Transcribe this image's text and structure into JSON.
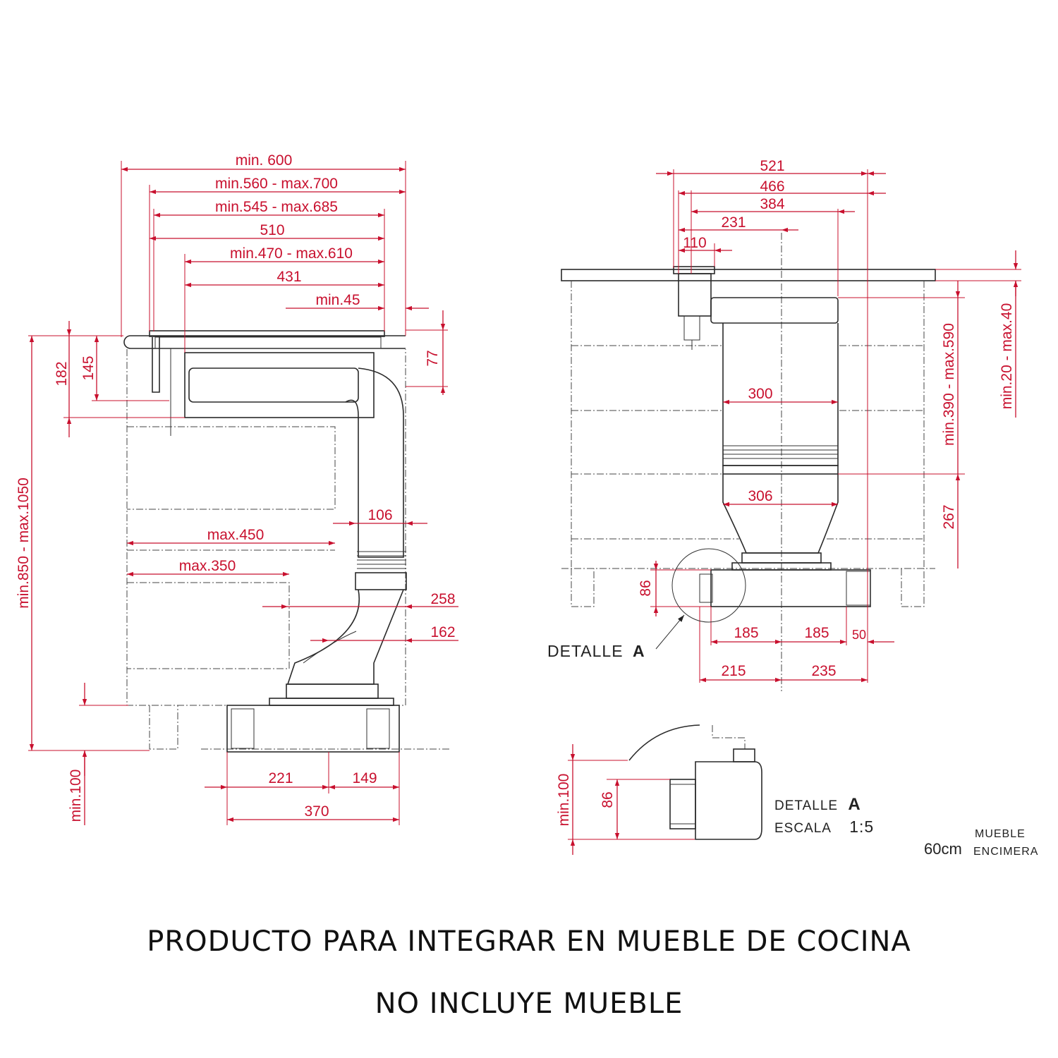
{
  "side_view": {
    "d_min600": "min. 600",
    "d_560_700": "min.560 - max.700",
    "d_545_685": "min.545 - max.685",
    "d_510": "510",
    "d_470_610": "min.470 - max.610",
    "d_431": "431",
    "d_min45": "min.45",
    "d_77": "77",
    "d_182": "182",
    "d_145": "145",
    "d_850_1050": "min.850 - max.1050",
    "d_106": "106",
    "d_max450": "max.450",
    "d_max350": "max.350",
    "d_258": "258",
    "d_162": "162",
    "d_min100": "min.100",
    "d_221": "221",
    "d_149": "149",
    "d_370": "370"
  },
  "front_view": {
    "d_521": "521",
    "d_466": "466",
    "d_384": "384",
    "d_231": "231",
    "d_110": "110",
    "d_300": "300",
    "d_306": "306",
    "d_390_590": "min.390 - max.590",
    "d_20_40": "min.20 - max.40",
    "d_267": "267",
    "d_86": "86",
    "d_185a": "185",
    "d_185b": "185",
    "d_50": "50",
    "d_215": "215",
    "d_235": "235",
    "detail_callout": "DETALLE",
    "detail_letter": "A"
  },
  "detail_view": {
    "d_min100": "min.100",
    "d_86": "86",
    "detail_label": "DETALLE",
    "detail_letter": "A",
    "scale_label": "ESCALA",
    "scale_value": "1:5"
  },
  "legend": {
    "size": "60cm",
    "line1": "MUEBLE",
    "line2": "ENCIMERA"
  },
  "captions": {
    "line1": "PRODUCTO PARA INTEGRAR EN MUEBLE DE COCINA",
    "line2": "NO INCLUYE MUEBLE"
  },
  "colors": {
    "dimension": "#c8102e",
    "outline": "#2a2a2a"
  }
}
